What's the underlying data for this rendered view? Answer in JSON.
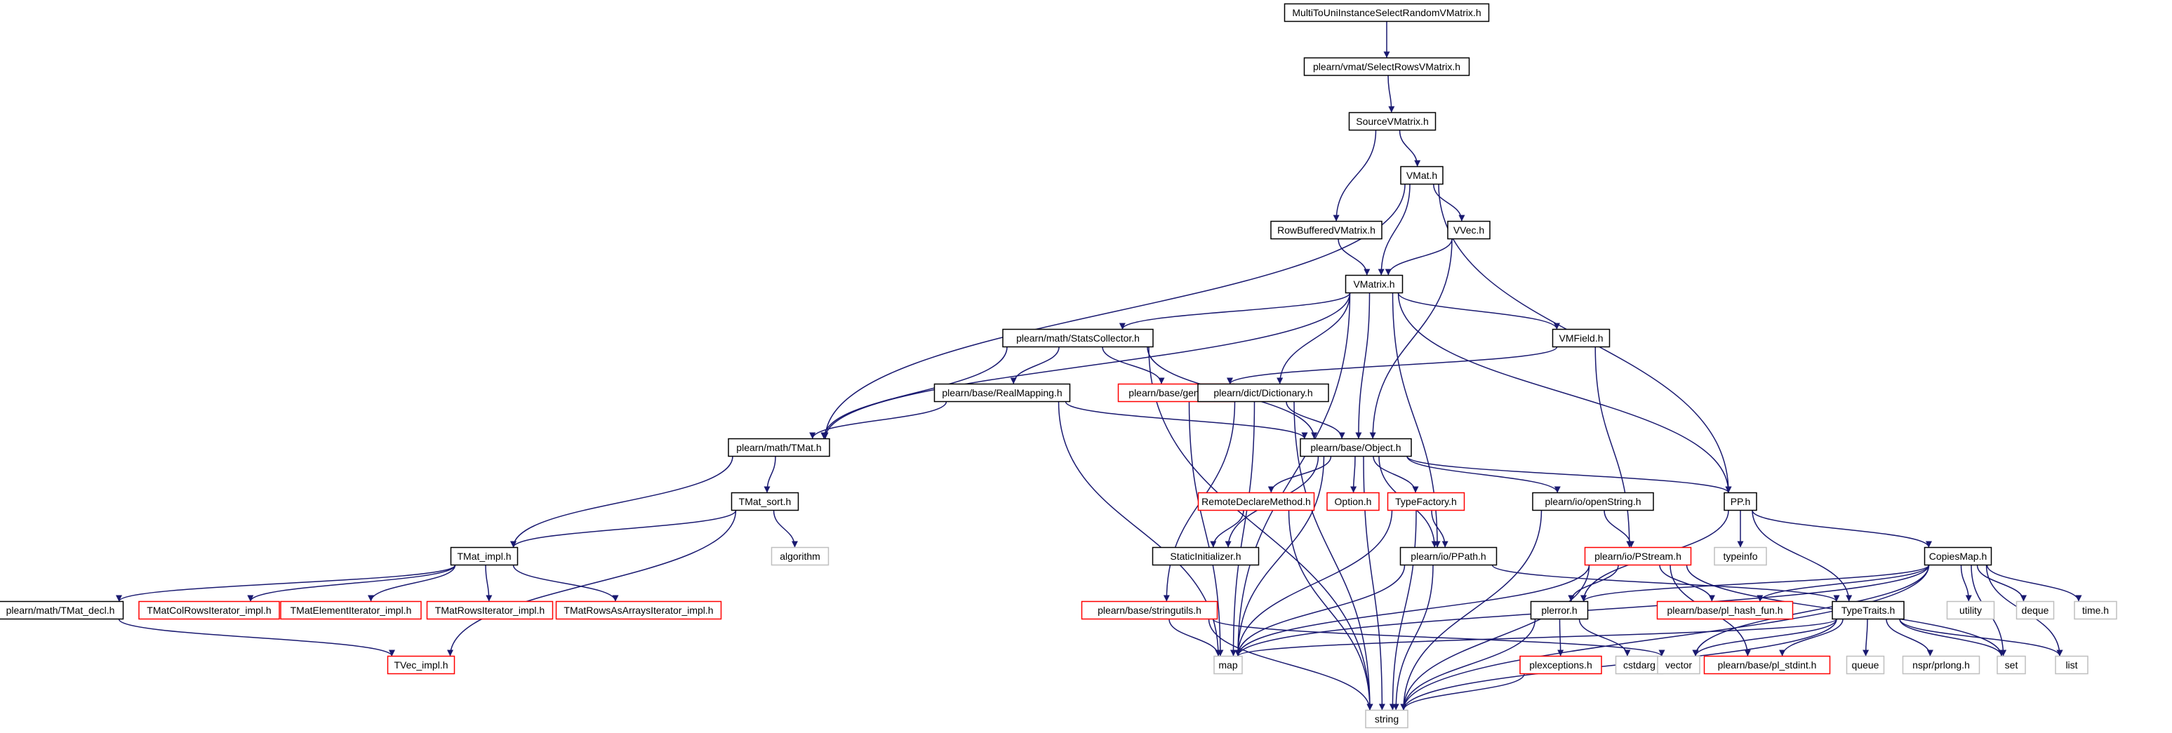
{
  "colors": {
    "edge": "#191970",
    "border_black": "#000000",
    "border_red": "#ff0000",
    "border_gray": "#bfbfbf",
    "root_fill": "#bfbfbf"
  },
  "diagram": {
    "nodes": [
      {
        "id": "root",
        "label": "MultiToUniInstanceSelectRandomVMatrix.h",
        "style": "root"
      },
      {
        "id": "selectrows",
        "label": "plearn/vmat/SelectRowsVMatrix.h",
        "style": "black"
      },
      {
        "id": "sourcevm",
        "label": "SourceVMatrix.h",
        "style": "black"
      },
      {
        "id": "vmat",
        "label": "VMat.h",
        "style": "black"
      },
      {
        "id": "rowbuf",
        "label": "RowBufferedVMatrix.h",
        "style": "black"
      },
      {
        "id": "vvec",
        "label": "VVec.h",
        "style": "black"
      },
      {
        "id": "vmatrix",
        "label": "VMatrix.h",
        "style": "black"
      },
      {
        "id": "stats",
        "label": "plearn/math/StatsCollector.h",
        "style": "black"
      },
      {
        "id": "vmfield",
        "label": "VMField.h",
        "style": "black"
      },
      {
        "id": "general",
        "label": "plearn/base/general.h",
        "style": "red"
      },
      {
        "id": "realmap",
        "label": "plearn/base/RealMapping.h",
        "style": "black"
      },
      {
        "id": "dict",
        "label": "plearn/dict/Dictionary.h",
        "style": "black"
      },
      {
        "id": "tmat",
        "label": "plearn/math/TMat.h",
        "style": "black"
      },
      {
        "id": "object",
        "label": "plearn/base/Object.h",
        "style": "black"
      },
      {
        "id": "pp",
        "label": "PP.h",
        "style": "black"
      },
      {
        "id": "tmatsort",
        "label": "TMat_sort.h",
        "style": "black"
      },
      {
        "id": "remote",
        "label": "RemoteDeclareMethod.h",
        "style": "red"
      },
      {
        "id": "option",
        "label": "Option.h",
        "style": "red"
      },
      {
        "id": "typefactory",
        "label": "TypeFactory.h",
        "style": "red"
      },
      {
        "id": "openstring",
        "label": "plearn/io/openString.h",
        "style": "black"
      },
      {
        "id": "algorithm",
        "label": "algorithm",
        "style": "gray"
      },
      {
        "id": "typeinfo",
        "label": "typeinfo",
        "style": "gray"
      },
      {
        "id": "copiesmap",
        "label": "CopiesMap.h",
        "style": "black"
      },
      {
        "id": "tmatimpl",
        "label": "TMat_impl.h",
        "style": "black"
      },
      {
        "id": "staticinit",
        "label": "StaticInitializer.h",
        "style": "black"
      },
      {
        "id": "ppath",
        "label": "plearn/io/PPath.h",
        "style": "black"
      },
      {
        "id": "pstream",
        "label": "plearn/io/PStream.h",
        "style": "red"
      },
      {
        "id": "tmatdecl",
        "label": "plearn/math/TMat_decl.h",
        "style": "black"
      },
      {
        "id": "colrows",
        "label": "TMatColRowsIterator_impl.h",
        "style": "red"
      },
      {
        "id": "elemit",
        "label": "TMatElementIterator_impl.h",
        "style": "red"
      },
      {
        "id": "rowsit",
        "label": "TMatRowsIterator_impl.h",
        "style": "red"
      },
      {
        "id": "rowsarr",
        "label": "TMatRowsAsArraysIterator_impl.h",
        "style": "red"
      },
      {
        "id": "stringutils",
        "label": "plearn/base/stringutils.h",
        "style": "red"
      },
      {
        "id": "perror",
        "label": "plerror.h",
        "style": "black"
      },
      {
        "id": "hashfun",
        "label": "plearn/base/pl_hash_fun.h",
        "style": "red"
      },
      {
        "id": "typetraits",
        "label": "TypeTraits.h",
        "style": "black"
      },
      {
        "id": "utility",
        "label": "utility",
        "style": "gray"
      },
      {
        "id": "deque",
        "label": "deque",
        "style": "gray"
      },
      {
        "id": "timeh",
        "label": "time.h",
        "style": "gray"
      },
      {
        "id": "tvec",
        "label": "TVec_impl.h",
        "style": "red"
      },
      {
        "id": "map",
        "label": "map",
        "style": "gray"
      },
      {
        "id": "plexceptions",
        "label": "plexceptions.h",
        "style": "red"
      },
      {
        "id": "cstdarg",
        "label": "cstdarg",
        "style": "gray"
      },
      {
        "id": "vector",
        "label": "vector",
        "style": "gray"
      },
      {
        "id": "stdint",
        "label": "plearn/base/pl_stdint.h",
        "style": "red"
      },
      {
        "id": "queue",
        "label": "queue",
        "style": "gray"
      },
      {
        "id": "prlong",
        "label": "nspr/prlong.h",
        "style": "gray"
      },
      {
        "id": "set",
        "label": "set",
        "style": "gray"
      },
      {
        "id": "list",
        "label": "list",
        "style": "gray"
      },
      {
        "id": "string",
        "label": "string",
        "style": "gray"
      }
    ],
    "edges": [
      [
        "root",
        "selectrows"
      ],
      [
        "selectrows",
        "sourcevm"
      ],
      [
        "sourcevm",
        "vmat"
      ],
      [
        "sourcevm",
        "rowbuf"
      ],
      [
        "vmat",
        "vvec"
      ],
      [
        "vmat",
        "vmatrix"
      ],
      [
        "vmat",
        "tmat"
      ],
      [
        "vmat",
        "pp"
      ],
      [
        "rowbuf",
        "vmatrix"
      ],
      [
        "vvec",
        "vmatrix"
      ],
      [
        "vvec",
        "object"
      ],
      [
        "vmatrix",
        "stats"
      ],
      [
        "vmatrix",
        "vmfield"
      ],
      [
        "vmatrix",
        "dict"
      ],
      [
        "vmatrix",
        "object"
      ],
      [
        "vmatrix",
        "tmat"
      ],
      [
        "vmatrix",
        "pp"
      ],
      [
        "vmatrix",
        "ppath"
      ],
      [
        "vmatrix",
        "map"
      ],
      [
        "stats",
        "general"
      ],
      [
        "stats",
        "realmap"
      ],
      [
        "stats",
        "tmat"
      ],
      [
        "stats",
        "object"
      ],
      [
        "stats",
        "string"
      ],
      [
        "vmfield",
        "general"
      ],
      [
        "vmfield",
        "pstream"
      ],
      [
        "realmap",
        "tmat"
      ],
      [
        "realmap",
        "object"
      ],
      [
        "realmap",
        "map"
      ],
      [
        "dict",
        "object"
      ],
      [
        "dict",
        "stringutils"
      ],
      [
        "dict",
        "map"
      ],
      [
        "dict",
        "string"
      ],
      [
        "general",
        "map"
      ],
      [
        "tmat",
        "tmatsort"
      ],
      [
        "tmat",
        "tmatimpl"
      ],
      [
        "tmatsort",
        "tmatimpl"
      ],
      [
        "tmatsort",
        "algorithm"
      ],
      [
        "tmatsort",
        "tvec"
      ],
      [
        "tmatimpl",
        "tmatdecl"
      ],
      [
        "tmatimpl",
        "colrows"
      ],
      [
        "tmatimpl",
        "elemit"
      ],
      [
        "tmatimpl",
        "rowsit"
      ],
      [
        "tmatimpl",
        "rowsarr"
      ],
      [
        "tmatdecl",
        "tvec"
      ],
      [
        "object",
        "remote"
      ],
      [
        "object",
        "option"
      ],
      [
        "object",
        "typefactory"
      ],
      [
        "object",
        "openstring"
      ],
      [
        "object",
        "pp"
      ],
      [
        "object",
        "staticinit"
      ],
      [
        "object",
        "ppath"
      ],
      [
        "object",
        "map"
      ],
      [
        "object",
        "string"
      ],
      [
        "remote",
        "staticinit"
      ],
      [
        "remote",
        "string"
      ],
      [
        "typefactory",
        "ppath"
      ],
      [
        "typefactory",
        "map"
      ],
      [
        "typefactory",
        "string"
      ],
      [
        "openstring",
        "pstream"
      ],
      [
        "openstring",
        "string"
      ],
      [
        "pp",
        "typeinfo"
      ],
      [
        "pp",
        "copiesmap"
      ],
      [
        "pp",
        "typetraits"
      ],
      [
        "pp",
        "perror"
      ],
      [
        "copiesmap",
        "map"
      ],
      [
        "copiesmap",
        "utility"
      ],
      [
        "copiesmap",
        "deque"
      ],
      [
        "copiesmap",
        "timeh"
      ],
      [
        "copiesmap",
        "set"
      ],
      [
        "copiesmap",
        "list"
      ],
      [
        "copiesmap",
        "vector"
      ],
      [
        "copiesmap",
        "hashfun"
      ],
      [
        "copiesmap",
        "perror"
      ],
      [
        "copiesmap",
        "string"
      ],
      [
        "ppath",
        "map"
      ],
      [
        "ppath",
        "string"
      ],
      [
        "ppath",
        "typetraits"
      ],
      [
        "pstream",
        "perror"
      ],
      [
        "pstream",
        "hashfun"
      ],
      [
        "pstream",
        "map"
      ],
      [
        "pstream",
        "stdint"
      ],
      [
        "pstream",
        "set"
      ],
      [
        "pstream",
        "string"
      ],
      [
        "stringutils",
        "map"
      ],
      [
        "stringutils",
        "vector"
      ],
      [
        "stringutils",
        "string"
      ],
      [
        "perror",
        "plexceptions"
      ],
      [
        "perror",
        "cstdarg"
      ],
      [
        "perror",
        "string"
      ],
      [
        "plexceptions",
        "string"
      ],
      [
        "typetraits",
        "map"
      ],
      [
        "typetraits",
        "vector"
      ],
      [
        "typetraits",
        "stdint"
      ],
      [
        "typetraits",
        "queue"
      ],
      [
        "typetraits",
        "prlong"
      ],
      [
        "typetraits",
        "set"
      ],
      [
        "typetraits",
        "list"
      ],
      [
        "typetraits",
        "string"
      ]
    ]
  }
}
